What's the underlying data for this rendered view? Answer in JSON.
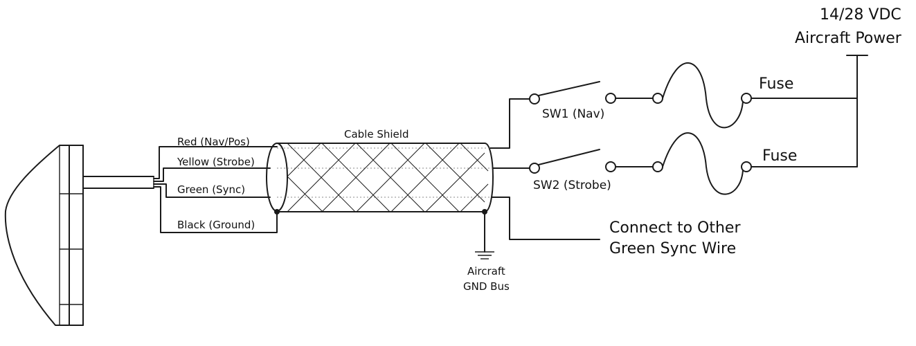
{
  "labels": {
    "power_line1": "14/28 VDC",
    "power_line2": "Aircraft Power",
    "fuse_top": "Fuse",
    "fuse_bottom": "Fuse",
    "sw1": "SW1 (Nav)",
    "sw2": "SW2 (Strobe)",
    "cable_shield": "Cable Shield",
    "wire_red": "Red (Nav/Pos)",
    "wire_yellow": "Yellow (Strobe)",
    "wire_green": "Green (Sync)",
    "wire_black": "Black (Ground)",
    "gnd_line1": "Aircraft",
    "gnd_line2": "GND Bus",
    "sync_line1": "Connect to Other",
    "sync_line2": "Green Sync Wire"
  },
  "colors": {
    "line": "#1a1a1a",
    "background": "#ffffff",
    "shield_dots": "#888888"
  }
}
